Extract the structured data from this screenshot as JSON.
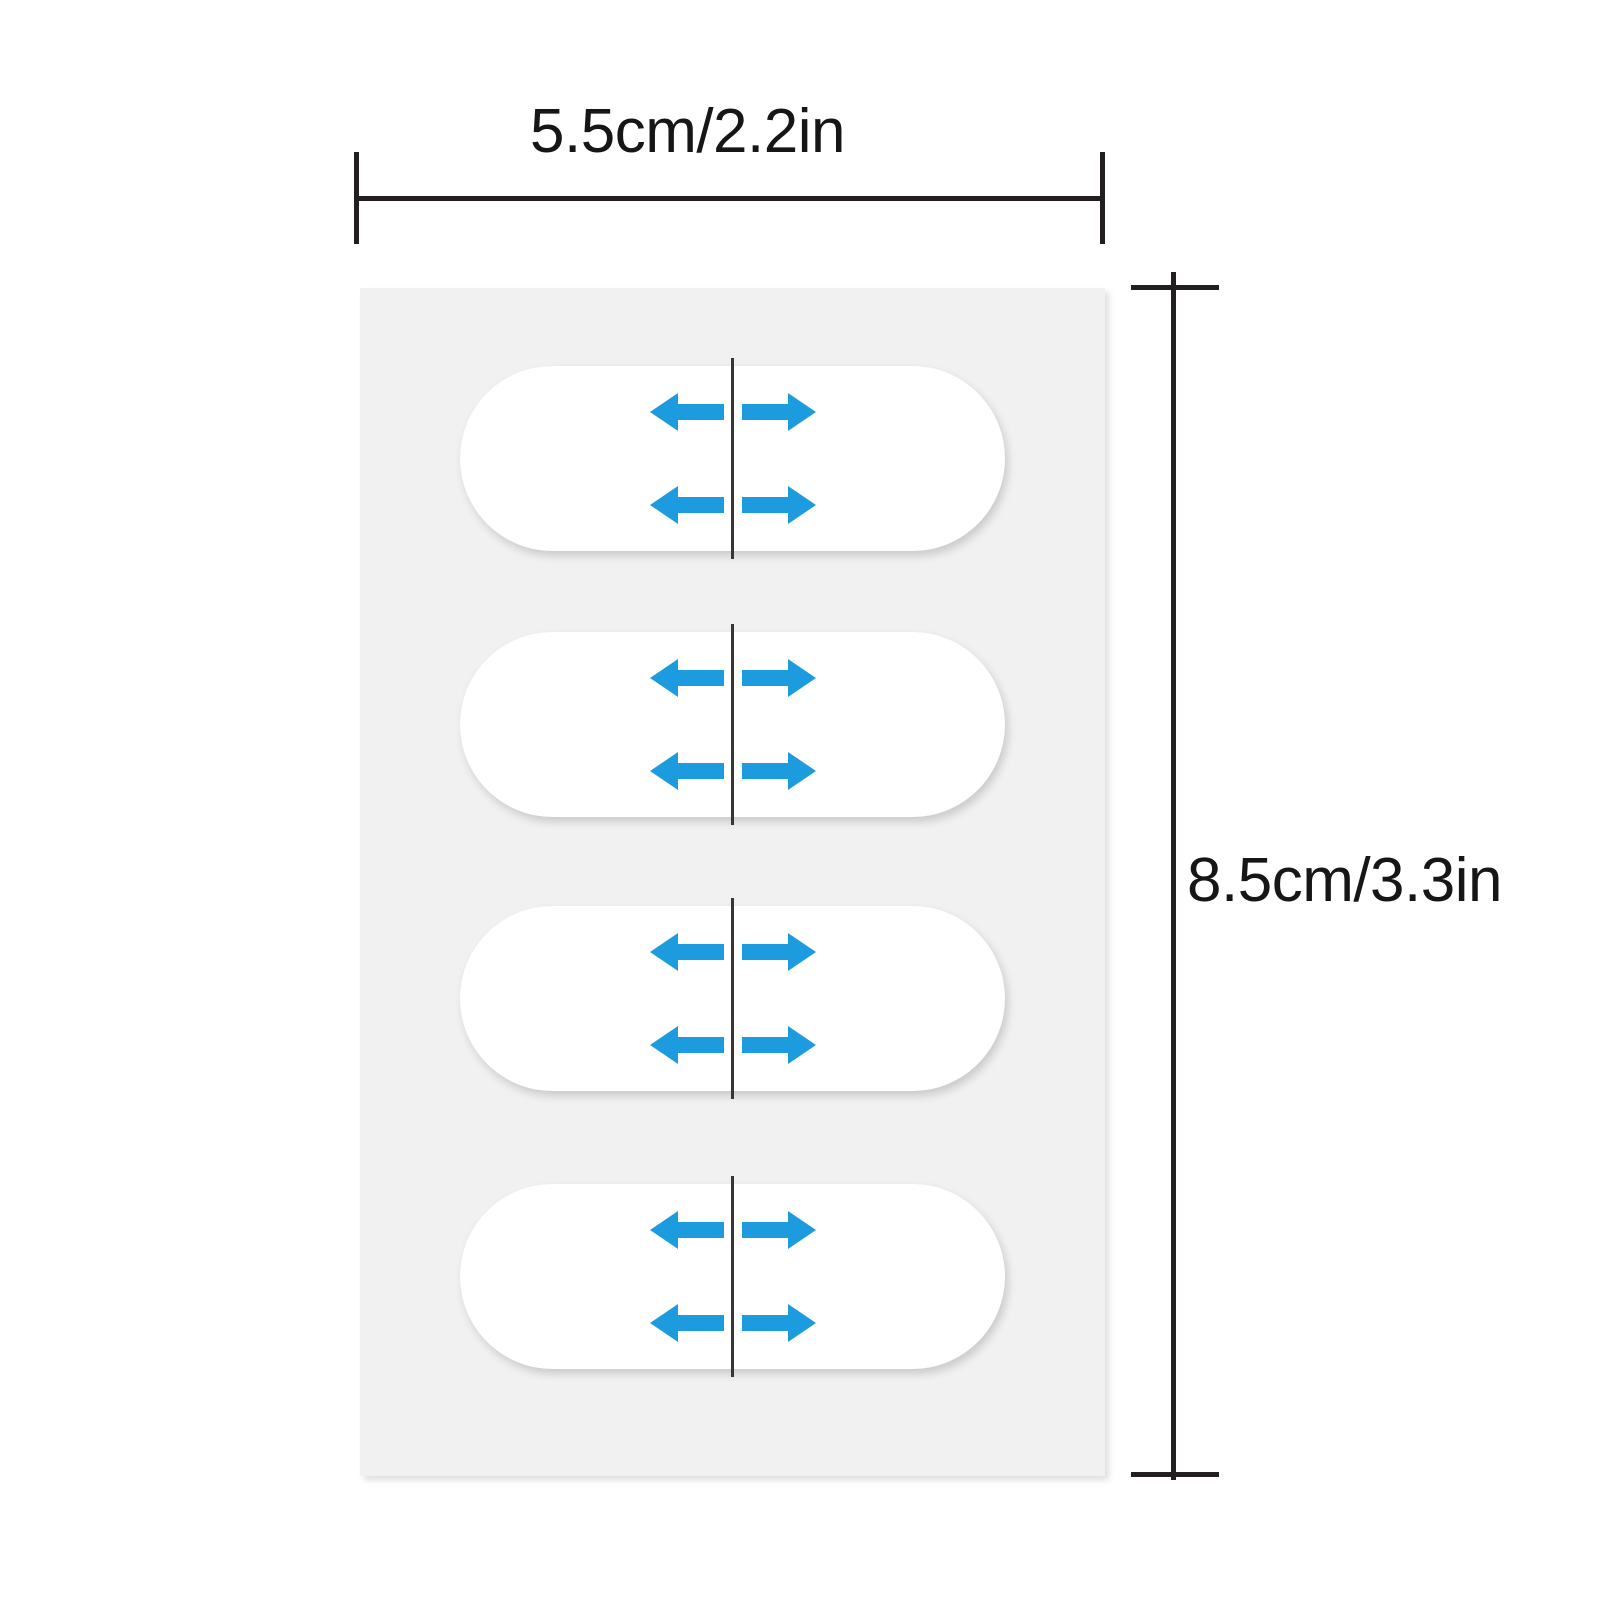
{
  "diagram": {
    "type": "product-dimension-diagram",
    "subject": "nasal strips sheet",
    "background_color": "#ffffff",
    "dimensions": {
      "width": {
        "label": "5.5cm/2.2in",
        "value_cm": 5.5,
        "value_in": 2.2,
        "orientation": "horizontal",
        "position": "top"
      },
      "height": {
        "label": "8.5cm/3.3in",
        "value_cm": 8.5,
        "value_in": 3.3,
        "orientation": "vertical",
        "position": "right"
      }
    },
    "annotation_color": "#231f20",
    "tick_style": "cross"
  },
  "card": {
    "name": "backing-card",
    "color": "#f1f1f1",
    "shape": "rectangle"
  },
  "patches": [
    {
      "index": 1,
      "shape": "stadium",
      "color": "#ffffff",
      "seam_color": "#3a3436",
      "arrows": [
        {
          "direction": "left",
          "row": 1,
          "side": "left"
        },
        {
          "direction": "right",
          "row": 1,
          "side": "right"
        },
        {
          "direction": "left",
          "row": 2,
          "side": "left"
        },
        {
          "direction": "right",
          "row": 2,
          "side": "right"
        }
      ]
    },
    {
      "index": 2,
      "shape": "stadium",
      "color": "#ffffff",
      "seam_color": "#3a3436",
      "arrows": [
        {
          "direction": "left",
          "row": 1,
          "side": "left"
        },
        {
          "direction": "right",
          "row": 1,
          "side": "right"
        },
        {
          "direction": "left",
          "row": 2,
          "side": "left"
        },
        {
          "direction": "right",
          "row": 2,
          "side": "right"
        }
      ]
    },
    {
      "index": 3,
      "shape": "stadium",
      "color": "#ffffff",
      "seam_color": "#3a3436",
      "arrows": [
        {
          "direction": "left",
          "row": 1,
          "side": "left"
        },
        {
          "direction": "right",
          "row": 1,
          "side": "right"
        },
        {
          "direction": "left",
          "row": 2,
          "side": "left"
        },
        {
          "direction": "right",
          "row": 2,
          "side": "right"
        }
      ]
    },
    {
      "index": 4,
      "shape": "stadium",
      "color": "#ffffff",
      "seam_color": "#3a3436",
      "arrows": [
        {
          "direction": "left",
          "row": 1,
          "side": "left"
        },
        {
          "direction": "right",
          "row": 1,
          "side": "right"
        },
        {
          "direction": "left",
          "row": 2,
          "side": "left"
        },
        {
          "direction": "right",
          "row": 2,
          "side": "right"
        }
      ]
    }
  ],
  "colors": {
    "arrow_blue": "#1d9bdf",
    "card_grey": "#f1f1f1",
    "patch_white": "#ffffff",
    "seam_dark": "#3a3436",
    "annotation_black": "#231f20"
  },
  "icons": {
    "arrow_left": "arrow-left-icon",
    "arrow_right": "arrow-right-icon"
  }
}
